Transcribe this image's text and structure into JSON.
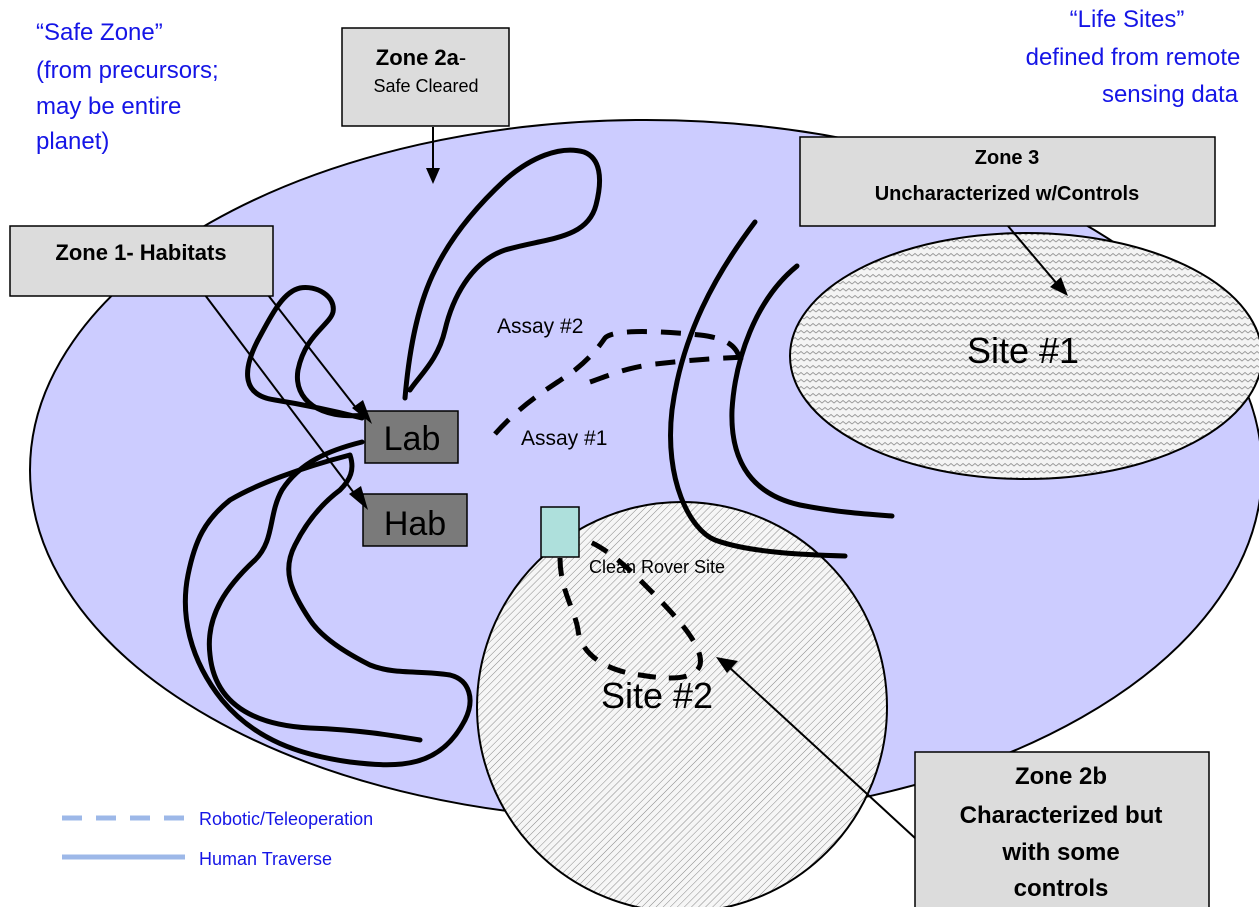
{
  "colors": {
    "zone_fill": "#ccccff",
    "label_box_fill": "#dcdcdc",
    "building_fill": "#7a7a7a",
    "rover_fill": "#aee0dc",
    "annotation_text": "#1515e6",
    "legend_line": "#9db8e8"
  },
  "annotations": {
    "safe_zone": [
      "“Safe Zone”",
      "(from precursors;",
      "may be entire",
      "planet)"
    ],
    "life_sites": [
      "“Life Sites”",
      "defined  from remote",
      "sensing data"
    ]
  },
  "zone_boxes": {
    "zone2a_title": "Zone 2a",
    "zone2a_dash": "-",
    "zone2a_sub": "Safe Cleared",
    "zone1": "Zone 1- Habitats",
    "zone3_line1": "Zone 3",
    "zone3_line2": "Uncharacterized  w/Controls",
    "zone2b": [
      "Zone 2b",
      "Characterized but",
      "with some",
      "controls"
    ]
  },
  "buildings": {
    "lab": "Lab",
    "hab": "Hab"
  },
  "sites": {
    "site1": "Site #1",
    "site2": "Site #2",
    "rover": "Clean Rover Site"
  },
  "assays": {
    "assay2": "Assay #2",
    "assay1": "Assay #1"
  },
  "legend": {
    "robotic": "Robotic/Teleoperation",
    "human": "Human Traverse"
  }
}
